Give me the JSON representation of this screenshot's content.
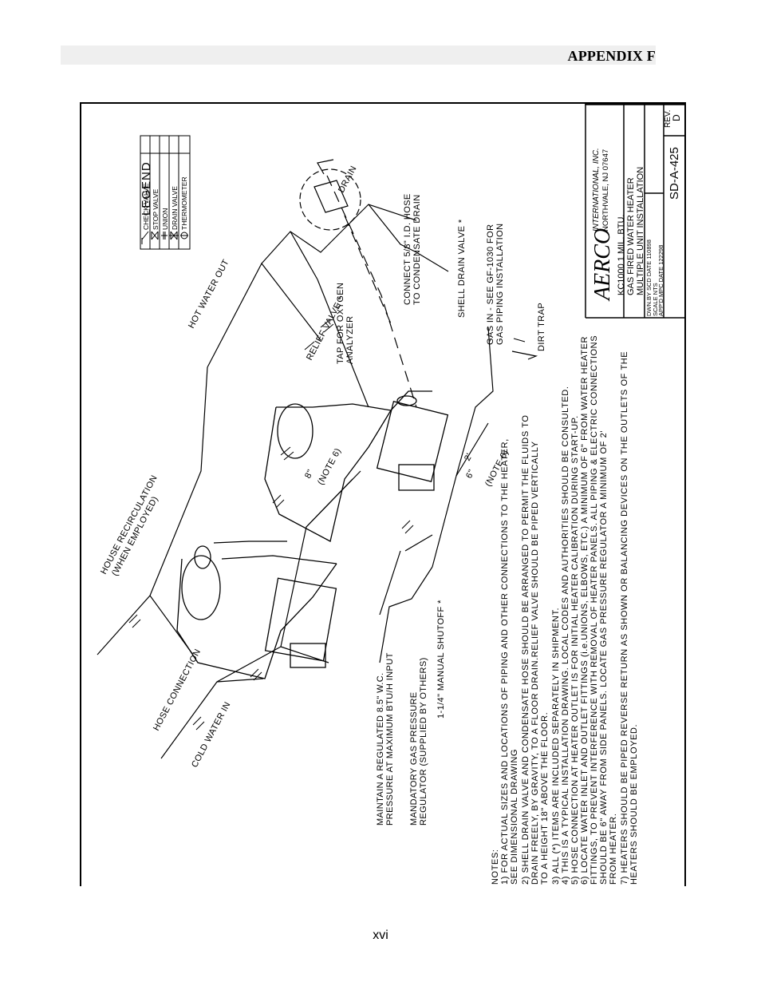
{
  "header": {
    "title": "APPENDIX F"
  },
  "page_number": "xvi",
  "legend": {
    "title": "LEGEND",
    "items": [
      "CHECK VALVE",
      "STOP VALVE",
      "UNION",
      "DRAIN VALVE",
      "THERMOMETER"
    ]
  },
  "title_block": {
    "company": "AERCO",
    "company_sub": "INTERNATIONAL, INC.",
    "address": "NORTHVALE, NJ 07647",
    "desc_line1": "KC1000 1 MIL. BTU.",
    "desc_line2": "GAS FIRED WATER HEATER",
    "desc_line3": "MULTIPLE UNIT INSTALLATION",
    "dwn_by": "DWN.BY  SCD  DATE 110898",
    "scale": "SCALE   NTS",
    "appd": "APP'D   MPC  DATE 122298",
    "drawing_no": "SD-A-425",
    "rev_label": "REV.",
    "rev": "D"
  },
  "callouts": {
    "house_recirc_1": "HOUSE RECIRCULATION",
    "house_recirc_2": "(WHEN EMPLOYED)",
    "hot_water_out": "HOT WATER OUT",
    "relief_valve": "RELIEF VALVE *",
    "tap_oxygen_1": "TAP FOR OXYGEN",
    "tap_oxygen_2": "ANALYZER",
    "connect_hose_1": "CONNECT 5/8\" I.D. HOSE",
    "connect_hose_2": "TO CONDENSATE DRAIN",
    "drain": "DRAIN",
    "shell_drain": "SHELL DRAIN VALVE *",
    "gas_in_1": "GAS IN - SEE GF-1030 FOR",
    "gas_in_2": "GAS PIPING INSTALLATION",
    "dirt_trap": "DIRT TRAP",
    "hose_connection": "HOSE CONNECTION",
    "cold_water_in": "COLD WATER IN",
    "dim_8": "8\"",
    "note6_a": "(NOTE 6)",
    "dim_6": "6\"",
    "dim_2": "2'",
    "note6_b": "(NOTE 6)",
    "manual_shutoff": "1-1/4\" MANUAL SHUTOFF *",
    "maintain_1": "MAINTAIN A REGULATED 8.5\" W.C.",
    "maintain_2": "PRESSURE AT MAXIMUM BTU/H INPUT",
    "mandatory_1": "MANDATORY GAS PRESSURE",
    "mandatory_2": "REGULATOR (SUPPLIED BY OTHERS)"
  },
  "notes": {
    "heading": "NOTES:",
    "lines": [
      "1)  FOR ACTUAL SIZES AND LOCATIONS OF PIPING AND OTHER CONNECTIONS TO THE HEATER,",
      "     SEE DIMENSIONAL DRAWING",
      "2)  SHELL DRAIN VALVE AND CONDENSATE HOSE SHOULD BE ARRANGED TO PERMIT THE FLUIDS TO",
      "     DRAIN FREELY, BY GRAVITY, TO A FLOOR DRAIN.RELIEF VALVE SHOULD BE PIPED VERTICALLY",
      "     TO A HEIGHT 18\" ABOVE THE FLOOR.",
      "3)  ALL (*) ITEMS ARE INCLUDED SEPARATELY IN SHIPMENT.",
      "4)  THIS IS A TYPICAL INSTALLATION DRAWING. LOCAL CODES AND AUTHORITIES SHOULD BE CONSULTED.",
      "5)  HOSE CONNECTION AT HEATER OUTLET IS FOR INITIAL HEATER CALIBRATION DURING START-UP.",
      "6)  LOCATE WATER INLET AND OUTLET FITTINGS (i.e.UNIONS, ELBOWS, ETC.) A MINIMUM OF 6\" FROM WATER HEATER",
      "     FITTINGS, TO PREVENT INTERFERENCE WITH REMOVAL OF HEATER PANELS. ALL PIPING & ELECTRIC CONNECTIONS",
      "     SHOULD BE 6\" AWAY FROM SIDE PANELS. LOCATE GAS PRESSURE REGULATOR A MINIMUM OF 2'",
      "     FROM HEATER.",
      "7)  HEATERS SHOULD BE PIPED REVERSE RETURN AS SHOWN OR BALANCING DEVICES ON THE OUTLETS OF THE",
      "     HEATERS SHOULD BE EMPLOYED."
    ]
  }
}
